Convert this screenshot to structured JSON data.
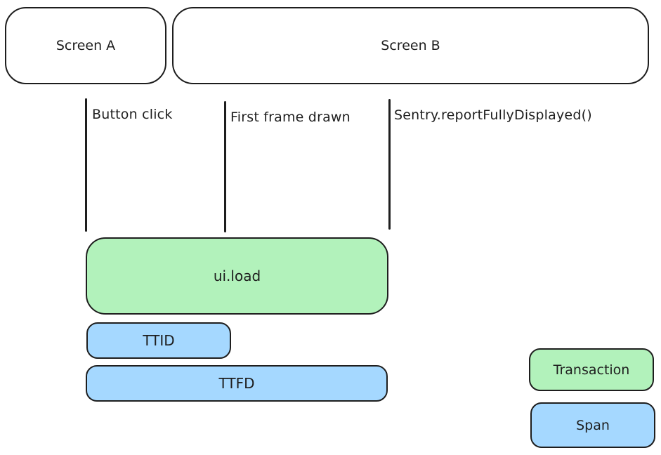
{
  "diagram": {
    "type": "timeline-diagram",
    "screens": [
      {
        "label": "Screen A"
      },
      {
        "label": "Screen B"
      }
    ],
    "events": [
      {
        "label": "Button click"
      },
      {
        "label": "First frame drawn"
      },
      {
        "label": "Sentry.reportFullyDisplayed()"
      }
    ],
    "bars": [
      {
        "label": "ui.load",
        "kind": "transaction"
      },
      {
        "label": "TTID",
        "kind": "span"
      },
      {
        "label": "TTFD",
        "kind": "span"
      }
    ],
    "legend": [
      {
        "label": "Transaction",
        "kind": "transaction"
      },
      {
        "label": "Span",
        "kind": "span"
      }
    ],
    "colors": {
      "transaction_fill": "#b2f2bb",
      "span_fill": "#a5d8ff",
      "stroke": "#1e1e1e",
      "background": "#ffffff"
    }
  }
}
